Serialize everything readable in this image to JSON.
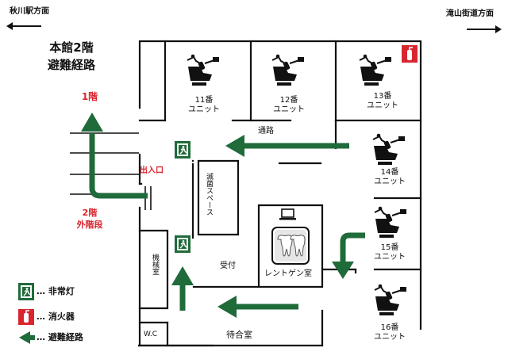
{
  "directions": {
    "left": "秋川駅方面",
    "right": "滝山街道方面"
  },
  "title": {
    "line1": "本館2階",
    "line2": "避難経路"
  },
  "floor1": "1階",
  "outside_stairs": {
    "line1": "2階",
    "line2": "外階段"
  },
  "entrance": "出入口",
  "corridor": "通路",
  "rooms": {
    "unit11": {
      "num": "11番",
      "label": "ユニット"
    },
    "unit12": {
      "num": "12番",
      "label": "ユニット"
    },
    "unit13": {
      "num": "13番",
      "label": "ユニット"
    },
    "unit14": {
      "num": "14番",
      "label": "ユニット"
    },
    "unit15": {
      "num": "15番",
      "label": "ユニット"
    },
    "unit16": {
      "num": "16番",
      "label": "ユニット"
    },
    "sterilize": "滅菌スペース",
    "machine": "機械室",
    "reception": "受付",
    "xray": "レントゲン室",
    "waiting": "待合室",
    "wc": "W.C"
  },
  "legend": {
    "emergency_light": "… 非常灯",
    "extinguisher": "… 消火器",
    "evac_route": "… 避難経路"
  },
  "colors": {
    "route": "#1f6b3a",
    "accent": "#d8262e",
    "wall": "#111111"
  },
  "icons": [
    "dental-chair-icon",
    "emergency-exit-icon",
    "fire-extinguisher-icon",
    "xray-tooth-icon",
    "monitor-icon",
    "arrow-left-icon",
    "arrow-right-icon"
  ]
}
